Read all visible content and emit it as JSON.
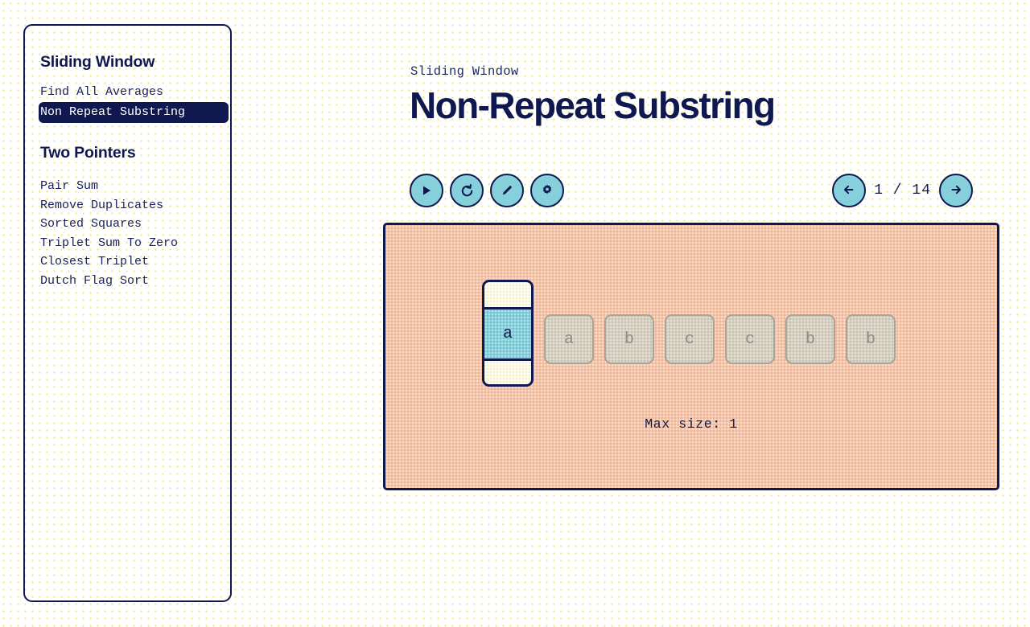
{
  "sidebar": {
    "groups": [
      {
        "heading": "Sliding Window",
        "items": [
          {
            "label": "Find All Averages",
            "selected": false
          },
          {
            "label": "Non Repeat Substring",
            "selected": true
          }
        ]
      },
      {
        "heading": "Two Pointers",
        "items": [
          {
            "label": "Pair Sum",
            "selected": false
          },
          {
            "label": "Remove Duplicates",
            "selected": false
          },
          {
            "label": "Sorted Squares",
            "selected": false
          },
          {
            "label": "Triplet Sum To Zero",
            "selected": false
          },
          {
            "label": "Closest Triplet",
            "selected": false
          },
          {
            "label": "Dutch Flag Sort",
            "selected": false
          }
        ]
      }
    ]
  },
  "header": {
    "breadcrumb": "Sliding Window",
    "title": "Non-Repeat Substring"
  },
  "toolbar": {
    "play_label": "play-button",
    "reset_label": "reset-button",
    "edit_label": "edit-button",
    "settings_label": "settings-button"
  },
  "pager": {
    "prev_label": "previous-step",
    "next_label": "next-step",
    "current": 1,
    "total": 14,
    "label": "1 / 14"
  },
  "visualization": {
    "window": {
      "cell_value": "a"
    },
    "cells": [
      {
        "value": "a"
      },
      {
        "value": "b"
      },
      {
        "value": "c"
      },
      {
        "value": "c"
      },
      {
        "value": "b"
      },
      {
        "value": "b"
      }
    ],
    "status": "Max size: 1"
  },
  "colors": {
    "navy": "#10194f",
    "teal": "#86d0dc",
    "panel_bg": "#f5c4a8",
    "cream": "#fdfbe8",
    "cell_bg": "#d4cfbe",
    "page_bg": "#ffffff"
  }
}
